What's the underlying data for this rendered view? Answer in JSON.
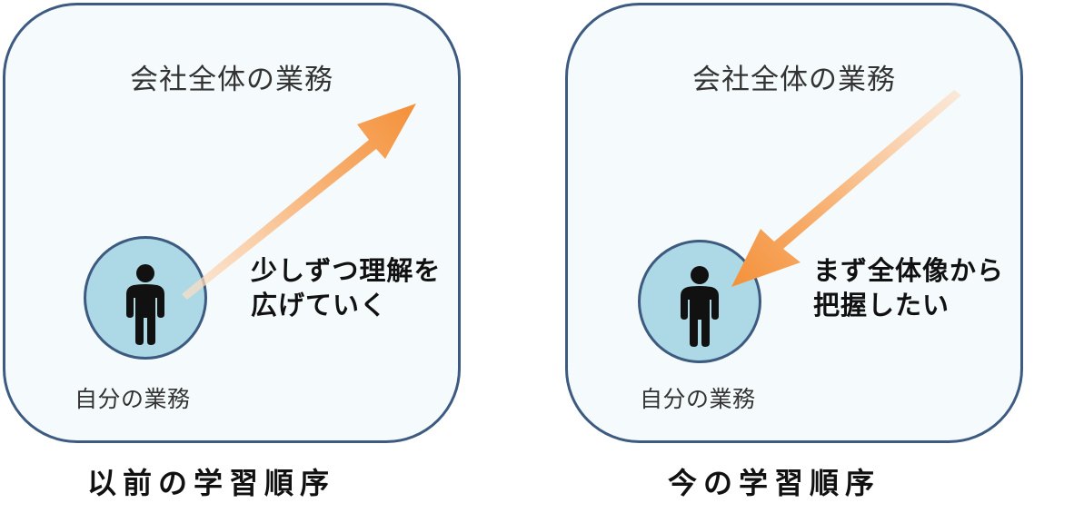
{
  "panels": {
    "left": {
      "title": "会社全体の業務",
      "self_label": "自分の業務",
      "description_line1": "少しずつ理解を",
      "description_line2": "広げていく",
      "caption": "以前の学習順序",
      "arrow_direction": "outward"
    },
    "right": {
      "title": "会社全体の業務",
      "self_label": "自分の業務",
      "description_line1": "まず全体像から",
      "description_line2": "把握したい",
      "caption": "今の学習順序",
      "arrow_direction": "inward"
    }
  },
  "colors": {
    "panel_border": "#3d5a80",
    "panel_fill": "#f5fbfc",
    "circle_fill": "#add8e6",
    "arrow_strong": "#f4913a",
    "arrow_light": "#fde0c8",
    "person": "#111111"
  },
  "icons": {
    "person": "person-icon",
    "arrow_out": "arrow-outward-icon",
    "arrow_in": "arrow-inward-icon"
  }
}
